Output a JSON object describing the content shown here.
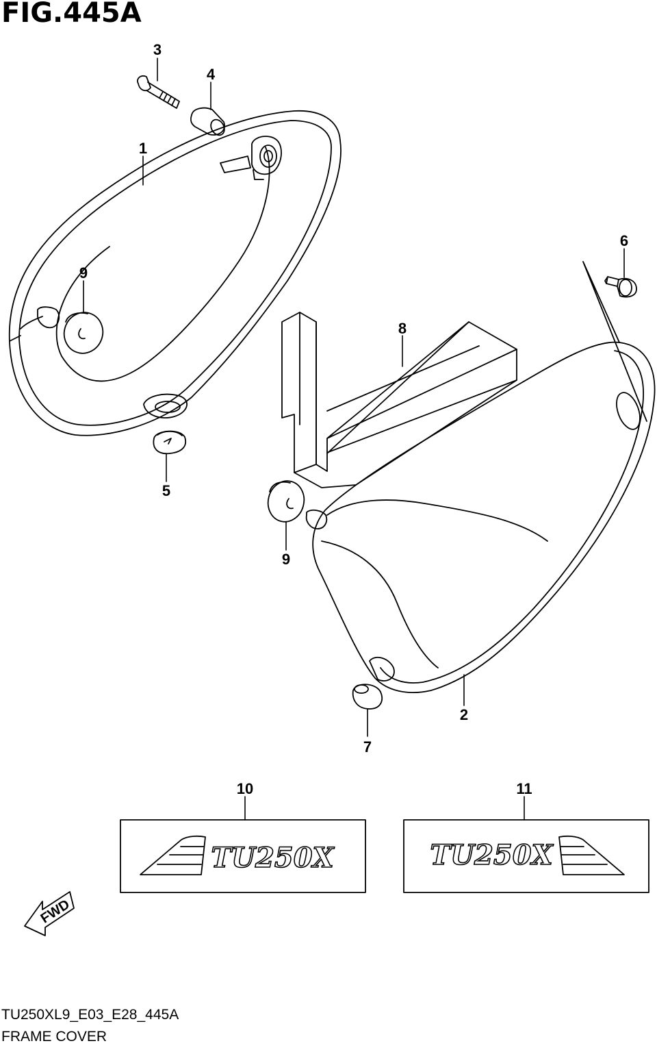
{
  "figure_title": "FIG.445A",
  "callouts": {
    "c1": "1",
    "c2": "2",
    "c3": "3",
    "c4": "4",
    "c5": "5",
    "c6": "6",
    "c7": "7",
    "c8": "8",
    "c9a": "9",
    "c9b": "9",
    "c10": "10",
    "c11": "11"
  },
  "emblem_text_left": "TU250X",
  "emblem_text_right": "TU250X",
  "fwd_label": "FWD",
  "footer": {
    "code": "TU250XL9_E03_E28_445A",
    "name": "FRAME COVER"
  }
}
